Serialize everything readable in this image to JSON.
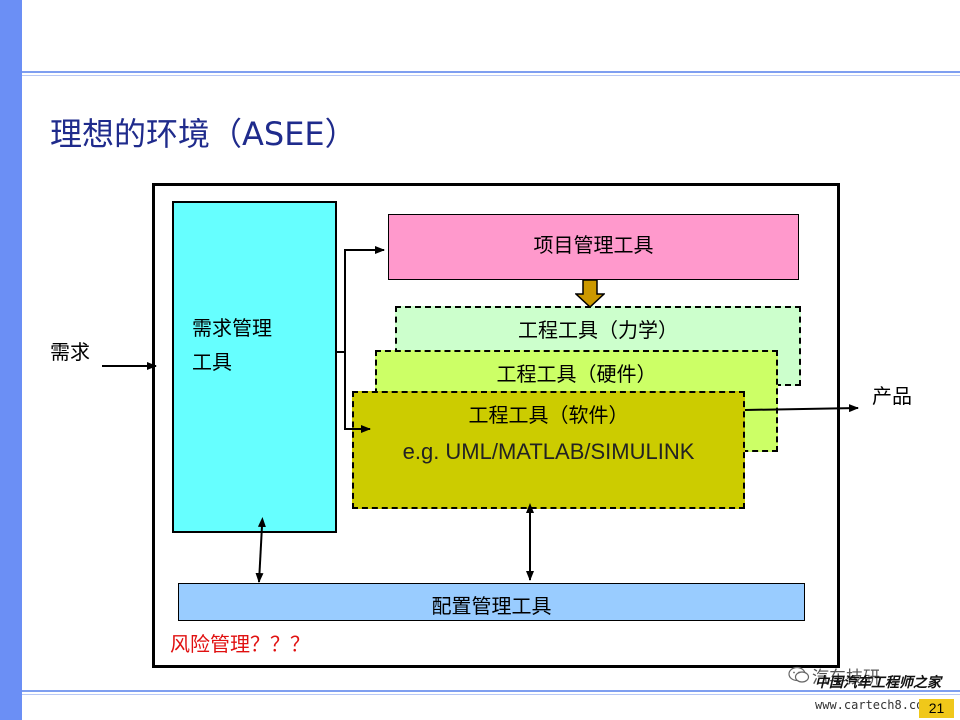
{
  "slide": {
    "title": "理想的环境（ASEE）",
    "page_number": "21"
  },
  "diagram": {
    "input_label": "需求",
    "output_label": "产品",
    "requirements_tool": {
      "line1": "需求管理",
      "line2": "工具"
    },
    "project_tool": "项目管理工具",
    "engineering_tools": [
      {
        "label": "工程工具（力学）",
        "color": "#ccffcc"
      },
      {
        "label": "工程工具（硬件）",
        "color": "#ccff66"
      },
      {
        "label": "工程工具（软件）",
        "example": "e.g. UML/MATLAB/SIMULINK",
        "color": "#cccc00"
      }
    ],
    "config_tool": "配置管理工具",
    "risk_note": "风险管理？？？"
  },
  "watermark": {
    "line1": "汽车技研",
    "line2": "中国汽车工程师之家",
    "url": "www.cartech8.com"
  },
  "colors": {
    "accent_bar": "#6b8ff5",
    "title": "#1f2b8c",
    "requirements_tool": "#66ffff",
    "project_tool": "#ff99cc",
    "config_tool": "#99ccff",
    "risk_note": "#e01010"
  }
}
